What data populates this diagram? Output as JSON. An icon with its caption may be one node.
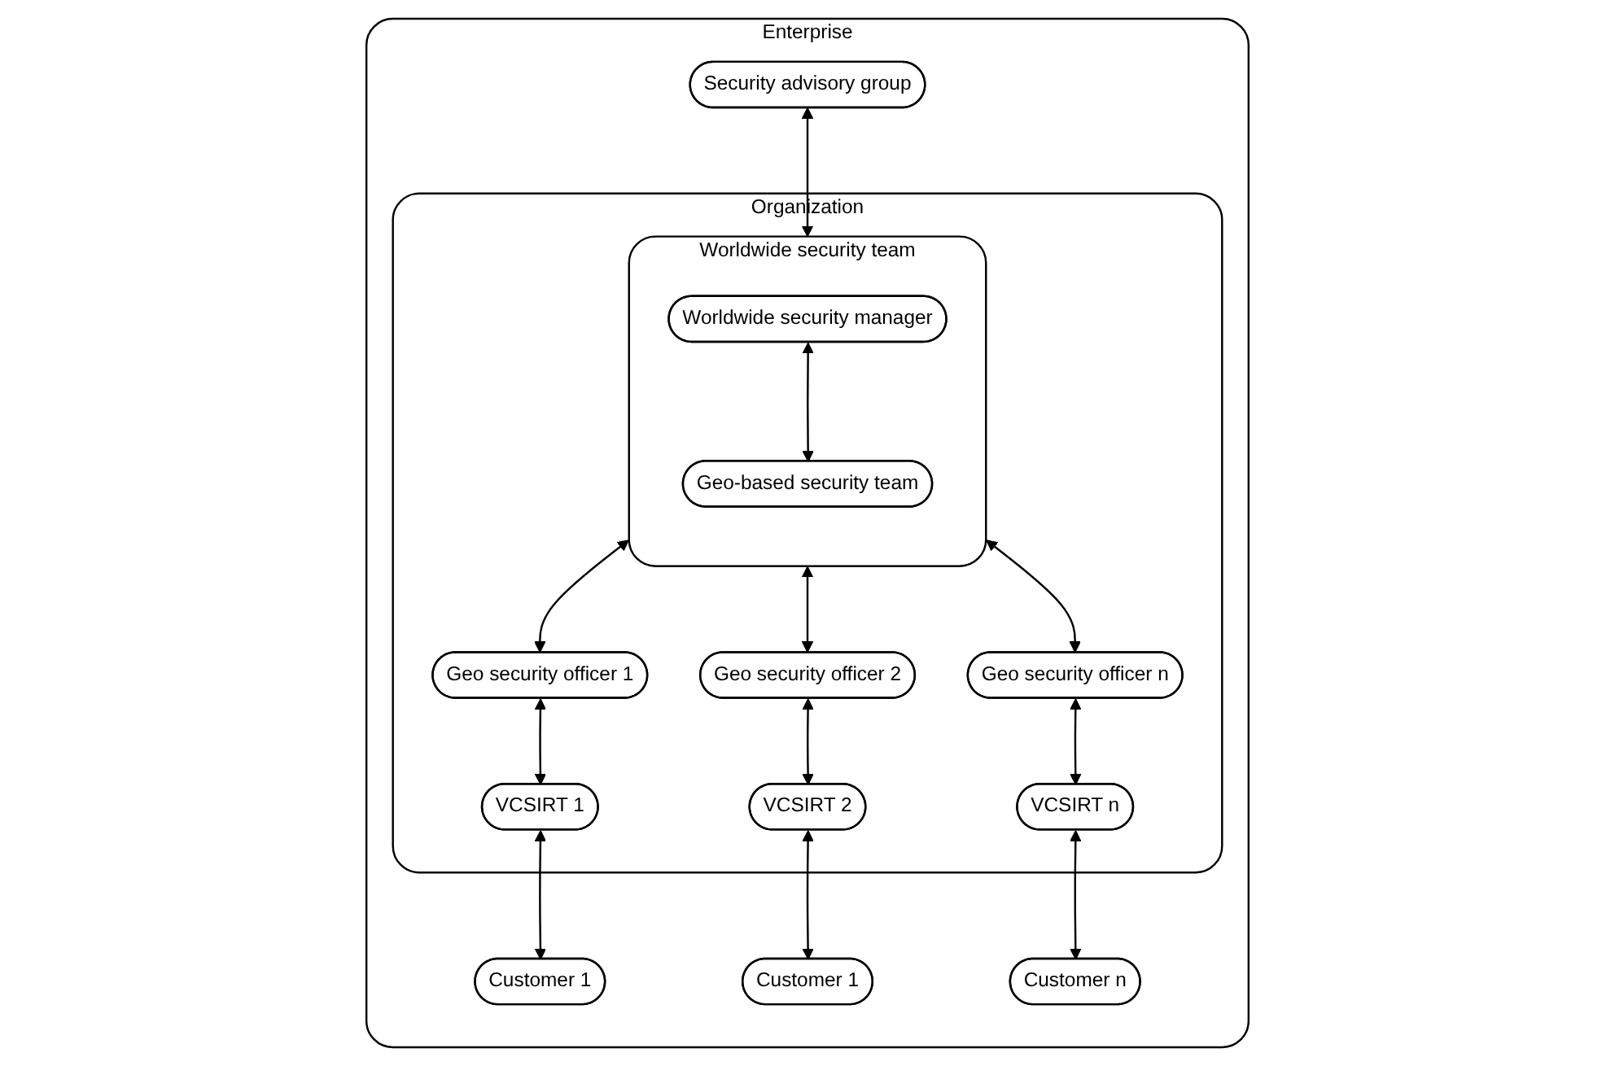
{
  "diagram": {
    "nodes": [
      {
        "text": [
          "Enterprise"
        ]
      },
      {
        "text": [
          "Organization"
        ],
        "in": 0
      },
      {
        "text": [
          "Security advisory group"
        ],
        "in": 0
      },
      {
        "text": [
          "Worldwide security team"
        ],
        "in": 1
      },
      {
        "text": [
          "Worldwide security manager"
        ],
        "in": 3
      },
      {
        "text": [
          "Geo-based security team"
        ],
        "in": 3
      },
      {
        "text": [
          "Geo security officer 1"
        ],
        "in": 1
      },
      {
        "text": [
          "Geo security officer 2"
        ],
        "in": 1
      },
      {
        "text": [
          "Geo security officer n"
        ],
        "in": 1
      },
      {
        "text": [
          "VCSIRT 1"
        ],
        "in": 1
      },
      {
        "text": [
          "VCSIRT 2"
        ],
        "in": 1
      },
      {
        "text": [
          "VCSIRT n"
        ],
        "in": 1
      },
      {
        "text": [
          "Customer 1"
        ],
        "in": 0
      },
      {
        "text": [
          "Customer 1"
        ],
        "in": 0
      },
      {
        "text": [
          "Customer n"
        ],
        "in": 0
      }
    ],
    "edges": [
      {
        "from": 2,
        "to": 3,
        "arrow": "both"
      },
      {
        "from": 4,
        "to": 5,
        "arrow": "both"
      },
      {
        "from": 3,
        "to": 6,
        "arrow": "both"
      },
      {
        "from": 3,
        "to": 7,
        "arrow": "both"
      },
      {
        "from": 3,
        "to": 8,
        "arrow": "both"
      },
      {
        "from": 6,
        "to": 9,
        "arrow": "both"
      },
      {
        "from": 7,
        "to": 10,
        "arrow": "both"
      },
      {
        "from": 8,
        "to": 11,
        "arrow": "both"
      },
      {
        "from": 9,
        "to": 12,
        "arrow": "both"
      },
      {
        "from": 10,
        "to": 13,
        "arrow": "both"
      },
      {
        "from": 11,
        "to": 14,
        "arrow": "both"
      }
    ]
  }
}
